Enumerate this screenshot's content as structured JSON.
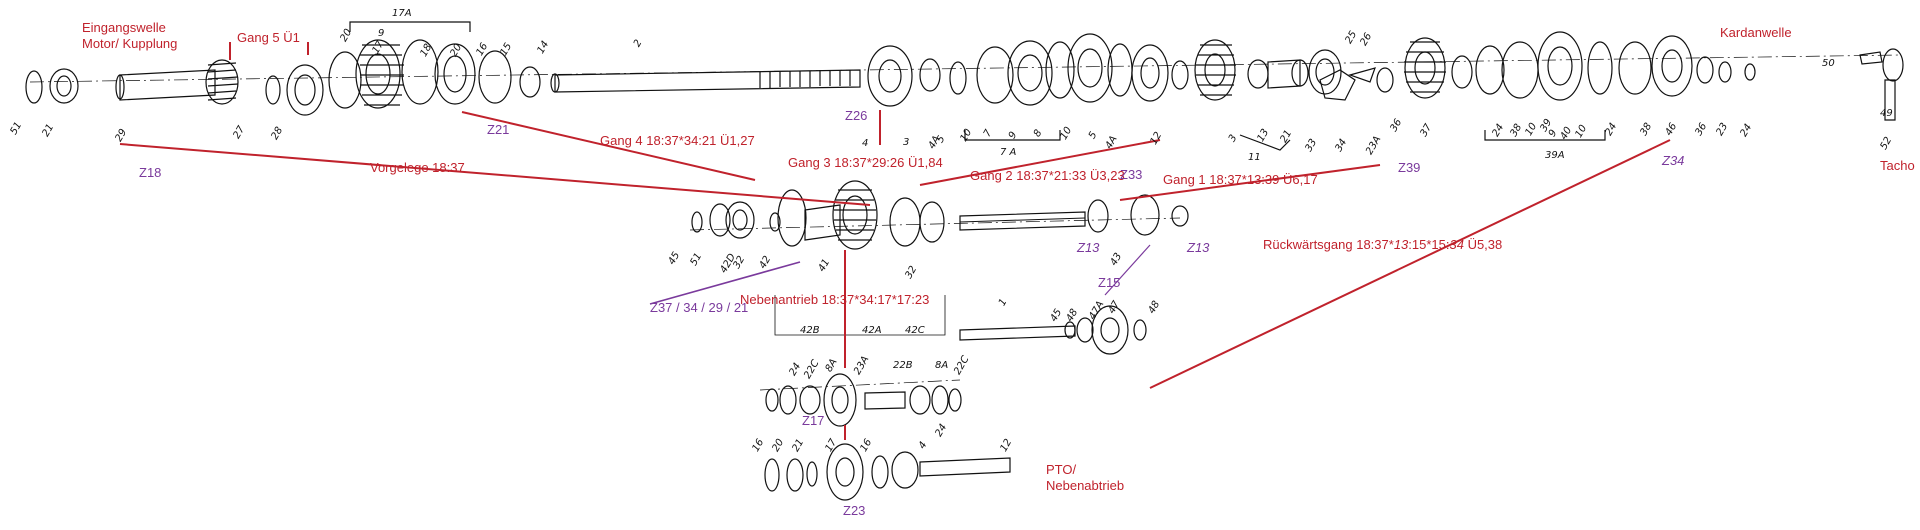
{
  "colors": {
    "annotation_red": "#c0222c",
    "annotation_purple": "#7a3a9c",
    "drawing": "#111111"
  },
  "labels": {
    "input_shaft": [
      "Eingangswelle",
      "Motor/ Kupplung"
    ],
    "gear5": "Gang 5 Ü1",
    "gear4": "Gang 4 18:37*34:21 Ü1,27",
    "gear3": "Gang 3 18:37*29:26 Ü1,84",
    "gear2": "Gang 2 18:37*21:33 Ü3,23",
    "gear1": "Gang 1 18:37*13:39 Ü6,17",
    "countershaft": "Vorgelege 18:37",
    "reverse": {
      "prefix": "Rückwärtsgang 18:37*",
      "i1": "13",
      "m1": ":15*15:",
      "i2": "34",
      "suffix": " Ü5,38"
    },
    "pto_drive": "Nebenantrieb 18:37*34:17*17:23",
    "cardan": "Kardanwelle",
    "tacho": "Tacho",
    "pto": [
      "PTO/",
      "Nebenabtrieb"
    ]
  },
  "teeth": {
    "z18": "Z18",
    "z21": "Z21",
    "z26": "Z26",
    "z33": "Z33",
    "z39": "Z39",
    "z34": "Z34",
    "z13a": "Z13",
    "z13b": "Z13",
    "z15": "Z15",
    "z17": "Z17",
    "z23": "Z23",
    "z_counter": "Z37 / 34 / 29 / 21"
  },
  "part_numbers": {
    "top": [
      "51",
      "21",
      "29",
      "27",
      "28",
      "20",
      "17",
      "9",
      "18",
      "20",
      "16",
      "15",
      "14",
      "2",
      "17A",
      "4",
      "3",
      "4A",
      "5",
      "10",
      "7",
      "9",
      "8",
      "10",
      "5",
      "4A",
      "12",
      "3",
      "13",
      "21",
      "11",
      "7 A",
      "33",
      "34",
      "25",
      "26",
      "23A",
      "36",
      "37",
      "24",
      "38",
      "10",
      "39",
      "9",
      "40",
      "10",
      "24",
      "38",
      "46",
      "36",
      "23",
      "24",
      "39A",
      "50",
      "49",
      "52"
    ],
    "middle": [
      "45",
      "51",
      "42D",
      "32",
      "42",
      "41",
      "32",
      "43",
      "42B",
      "42A",
      "42C",
      "45",
      "48",
      "47A",
      "47",
      "48",
      "1"
    ],
    "pto": [
      "24",
      "22C",
      "8A",
      "23A",
      "22B",
      "8A",
      "22C",
      "24",
      "16",
      "20",
      "21",
      "17",
      "16",
      "4",
      "12"
    ]
  }
}
